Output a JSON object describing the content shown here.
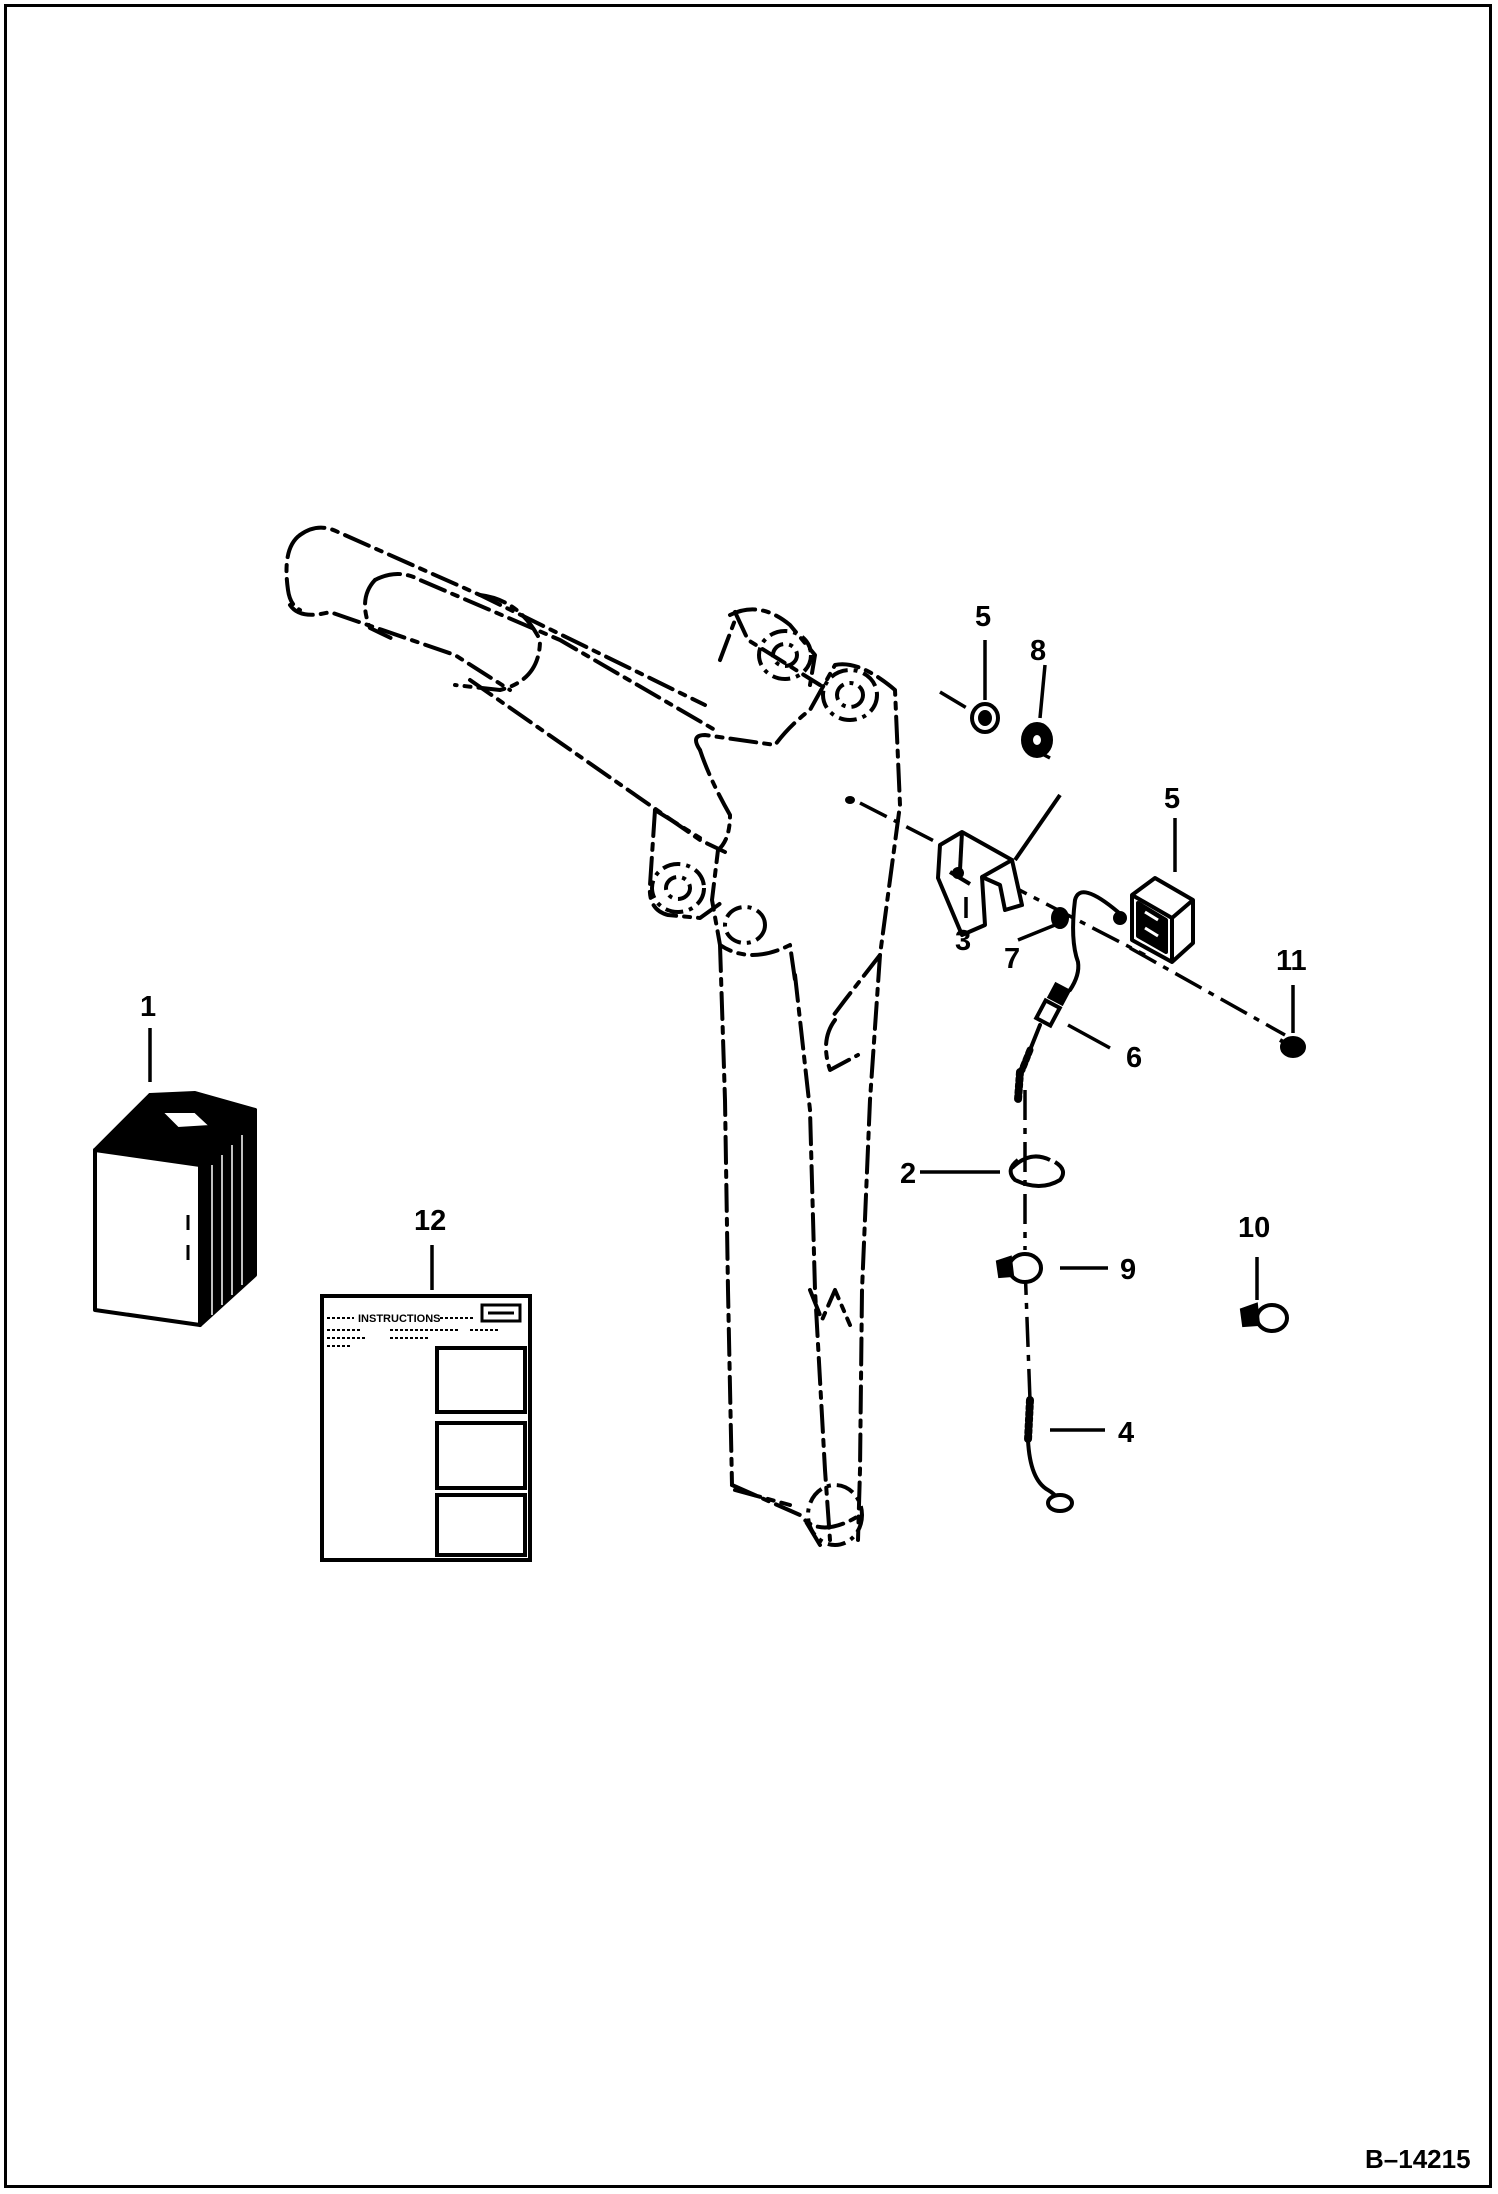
{
  "drawing_number": "B–14215",
  "callouts": {
    "c1": "1",
    "c2": "2",
    "c3": "3",
    "c4": "4",
    "c5a": "5",
    "c5b": "5",
    "c6": "6",
    "c7": "7",
    "c8": "8",
    "c9": "9",
    "c10": "10",
    "c11": "11",
    "c12": "12"
  },
  "decal": {
    "heading": "INSTRUCTIONS"
  }
}
